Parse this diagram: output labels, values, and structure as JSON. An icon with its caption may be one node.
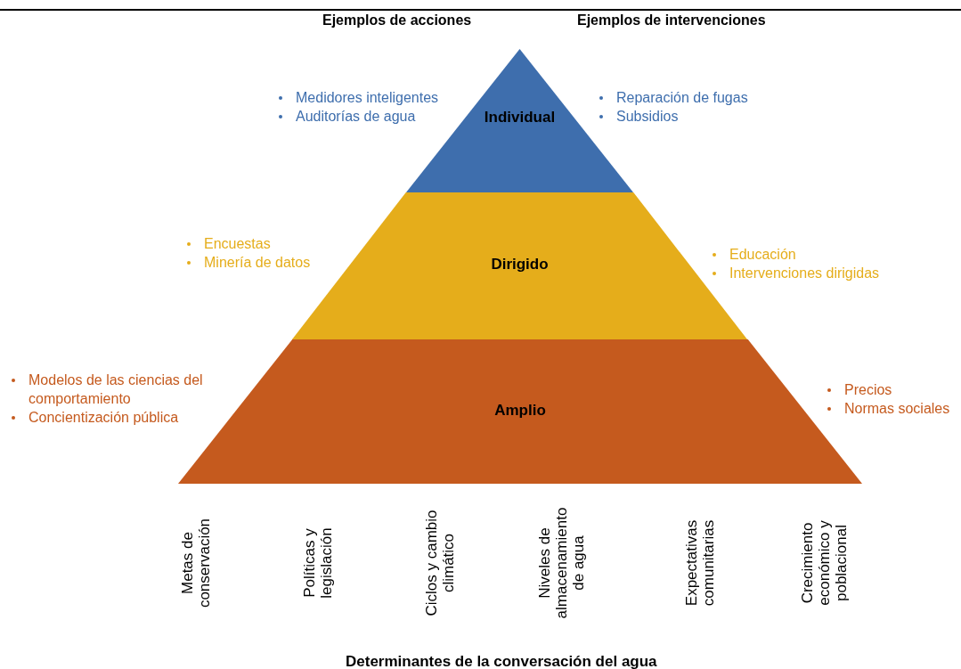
{
  "diagram": {
    "nodes": [
      {
        "text": [
          "Individual"
        ],
        "beside": [
          "Medidores inteligentes",
          "Auditorías de agua",
          "Reparación de fugas",
          "Subsidios"
        ]
      },
      {
        "text": [
          "Dirigido"
        ],
        "beside": [
          "Encuestas",
          "Minería de datos",
          "Educación",
          "Intervenciones dirigidas"
        ]
      },
      {
        "text": [
          "Amplio"
        ],
        "beside": [
          "Modelos de las ciencias del comportamiento",
          "Concientización pública",
          "Precios",
          "Normas sociales"
        ]
      }
    ],
    "edges": [],
    "labels": [
      "Ejemplos de acciones",
      "Ejemplos de intervenciones",
      "Metas de conservación",
      "Políticas y legislación",
      "Ciclos y cambio climático",
      "Niveles de almacenamiento de agua",
      "Expectativas comunitarias",
      "Crecimiento económico y poblacional",
      "Determinantes de la conversación del agua"
    ]
  }
}
